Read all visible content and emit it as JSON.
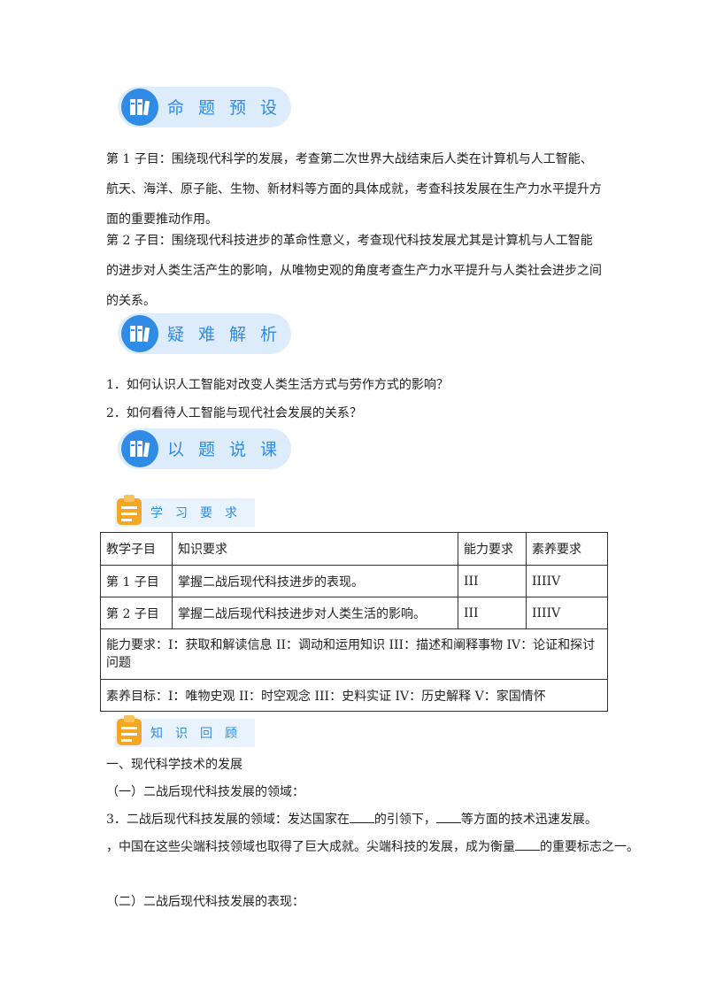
{
  "sections": {
    "s1": {
      "title": "命题预设",
      "icon": "books-icon"
    },
    "s2": {
      "title": "疑难解析",
      "icon": "books-icon"
    },
    "s3": {
      "title": "以题说课",
      "icon": "books-icon"
    }
  },
  "tags": {
    "t1": {
      "title": "学习要求",
      "icon": "clipboard-icon"
    },
    "t2": {
      "title": "知识回顾",
      "icon": "clipboard-icon"
    }
  },
  "preset": {
    "p1": "第 1 子目：围绕现代科学的发展，考查第二次世界大战结束后人类在计算机与人工智能、航天、海洋、原子能、生物、新材料等方面的具体成就，考查科技发展在生产力水平提升方面的重要推动作用。",
    "p2": "第 2 子目：围绕现代科技进步的革命性意义，考查现代科技发展尤其是计算机与人工智能的进步对人类生活产生的影响，从唯物史观的角度考查生产力水平提升与人类社会进步之间的关系。"
  },
  "questions": [
    "1．如何认识人工智能对改变人类生活方式与劳作方式的影响？",
    "2．如何看待人工智能与现代社会发展的关系？"
  ],
  "table": {
    "headers": [
      "教学子目",
      "知识要求",
      "能力要求",
      "素养要求"
    ],
    "rows": [
      [
        "第 1 子目",
        "掌握二战后现代科技进步的表现。",
        "III",
        "IIIIV"
      ],
      [
        "第 2 子目",
        "掌握二战后现代科技进步对人类生活的影响。",
        "III",
        "IIIIV"
      ]
    ],
    "ability_note": "能力要求：I：获取和解读信息 II：调动和运用知识 III：描述和阐释事物 IV：论证和探讨问题",
    "literacy_note": "素养目标：I：唯物史观 II：时空观念 III：史料实证 IV：历史解释 V：家国情怀"
  },
  "review": {
    "h1": "一、现代科学技术的发展",
    "h2": "（一）二战后现代科技发展的领域：",
    "p3_a": "3．二战后现代科技发展的领域：发达国家在",
    "p3_b": "的引领下，",
    "p3_c": "等方面的技术迅速发展。",
    "p3_d": "，中国在这些尖端科技领域也取得了巨大成就。尖端科技的发展，成为衡量",
    "p3_e": "的重要标志之一。",
    "h3": "（二）二战后现代科技发展的表现："
  },
  "colors": {
    "accent": "#2f8be6",
    "banner_bg": "#dcecfb",
    "tag_icon": "#f5a623"
  }
}
